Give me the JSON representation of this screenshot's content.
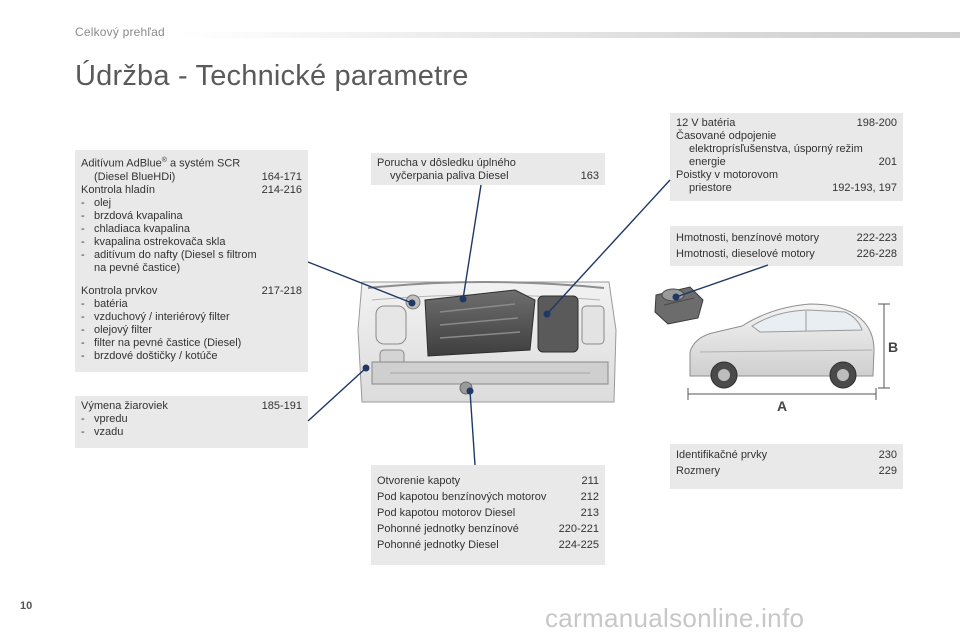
{
  "header": {
    "section": "Celkový prehľad"
  },
  "title": "Údržba - Technické parametre",
  "page_number": "10",
  "watermark": "carmanualsonline.info",
  "boxes": {
    "left_top": {
      "adblue_a": "Aditívum AdBlue",
      "adblue_sup": "®",
      "adblue_b": " a systém SCR",
      "adblue_c": "(Diesel BlueHDi)",
      "adblue_pages": "164-171",
      "levels_label": "Kontrola hladín",
      "levels_pages": "214-216",
      "levels_items": [
        "olej",
        "brzdová kvapalina",
        "chladiaca kvapalina",
        "kvapalina ostrekovača skla",
        "aditívum do nafty (Diesel s filtrom na pevné častice)"
      ],
      "parts_label": "Kontrola prvkov",
      "parts_pages": "217-218",
      "parts_items": [
        "batéria",
        "vzduchový / interiérový filter",
        "olejový filter",
        "filter na pevné častice (Diesel)",
        "brzdové doštičky / kotúče"
      ]
    },
    "left_bottom": {
      "label": "Výmena žiaroviek",
      "pages": "185-191",
      "items": [
        "vpredu",
        "vzadu"
      ]
    },
    "center_top": {
      "label_a": "Porucha v dôsledku úplného",
      "label_b": "vyčerpania paliva Diesel",
      "pages": "163"
    },
    "center_bottom": {
      "rows": [
        {
          "label": "Otvorenie kapoty",
          "pages": "211"
        },
        {
          "label": "Pod kapotou benzínových motorov",
          "pages": "212"
        },
        {
          "label": "Pod kapotou motorov Diesel",
          "pages": "213"
        },
        {
          "label": "Pohonné jednotky benzínové",
          "pages": "220-221"
        },
        {
          "label": "Pohonné jednotky Diesel",
          "pages": "224-225"
        }
      ]
    },
    "right_top": {
      "battery_label": "12 V batéria",
      "battery_pages": "198-200",
      "timed_a": "Časované odpojenie",
      "timed_b": "elektroprísľušenstva, úsporný režim",
      "timed_c": "energie",
      "timed_pages": "201",
      "fuses_a": "Poistky v motorovom",
      "fuses_b": "priestore",
      "fuses_pages": "192-193, 197"
    },
    "right_mid": {
      "rows": [
        {
          "label": "Hmotnosti, benzínové motory",
          "pages": "222-223"
        },
        {
          "label": "Hmotnosti, dieselové motory",
          "pages": "226-228"
        }
      ]
    },
    "right_bottom": {
      "rows": [
        {
          "label": "Identifikačné prvky",
          "pages": "230"
        },
        {
          "label": "Rozmery",
          "pages": "229"
        }
      ]
    }
  },
  "car_dims": {
    "length_label": "A",
    "height_label": "B"
  },
  "colors": {
    "box_bg": "#e9e9e9",
    "line": "#1f3864",
    "dot": "#1f3864"
  }
}
